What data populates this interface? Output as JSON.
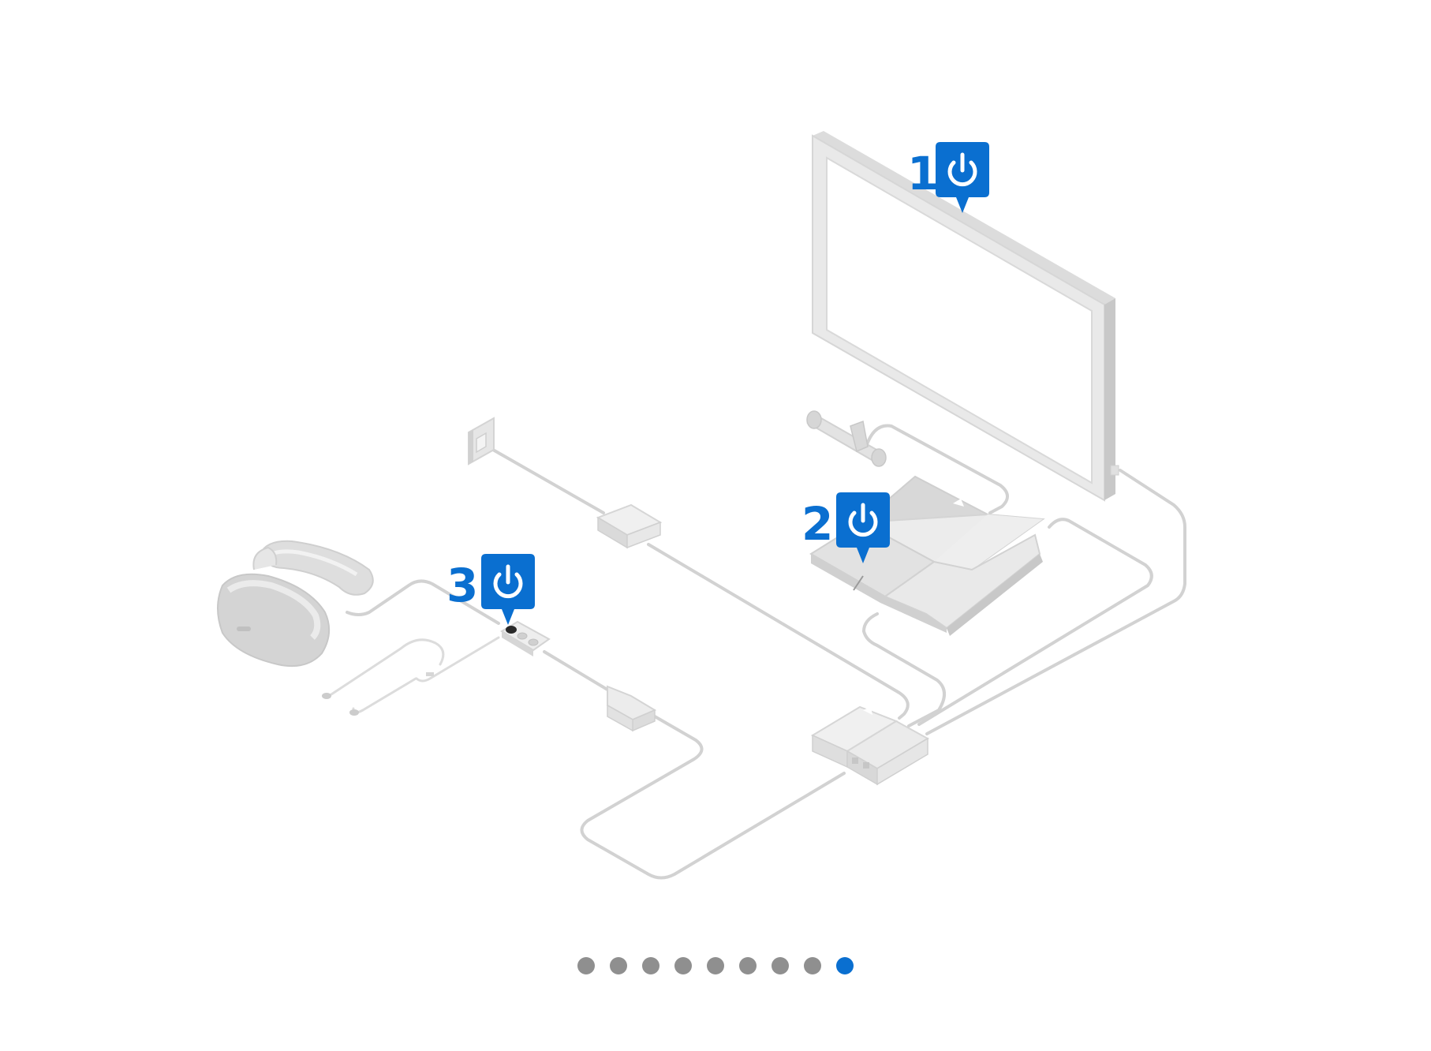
{
  "diagram": {
    "steps": [
      {
        "number": "1",
        "target": "tv",
        "icon": "power-icon"
      },
      {
        "number": "2",
        "target": "ps4-console",
        "icon": "power-icon"
      },
      {
        "number": "3",
        "target": "vr-inline-remote",
        "icon": "power-icon"
      }
    ],
    "colors": {
      "accent": "#0a6fd0",
      "device_light": "#ececec",
      "device_mid": "#dcdcdc",
      "device_dark": "#c4c4c4",
      "cable": "#d2d2d2",
      "dot_inactive": "#8f8f8f",
      "background": "#ffffff"
    }
  },
  "pagination": {
    "total": 9,
    "active_index": 8
  }
}
